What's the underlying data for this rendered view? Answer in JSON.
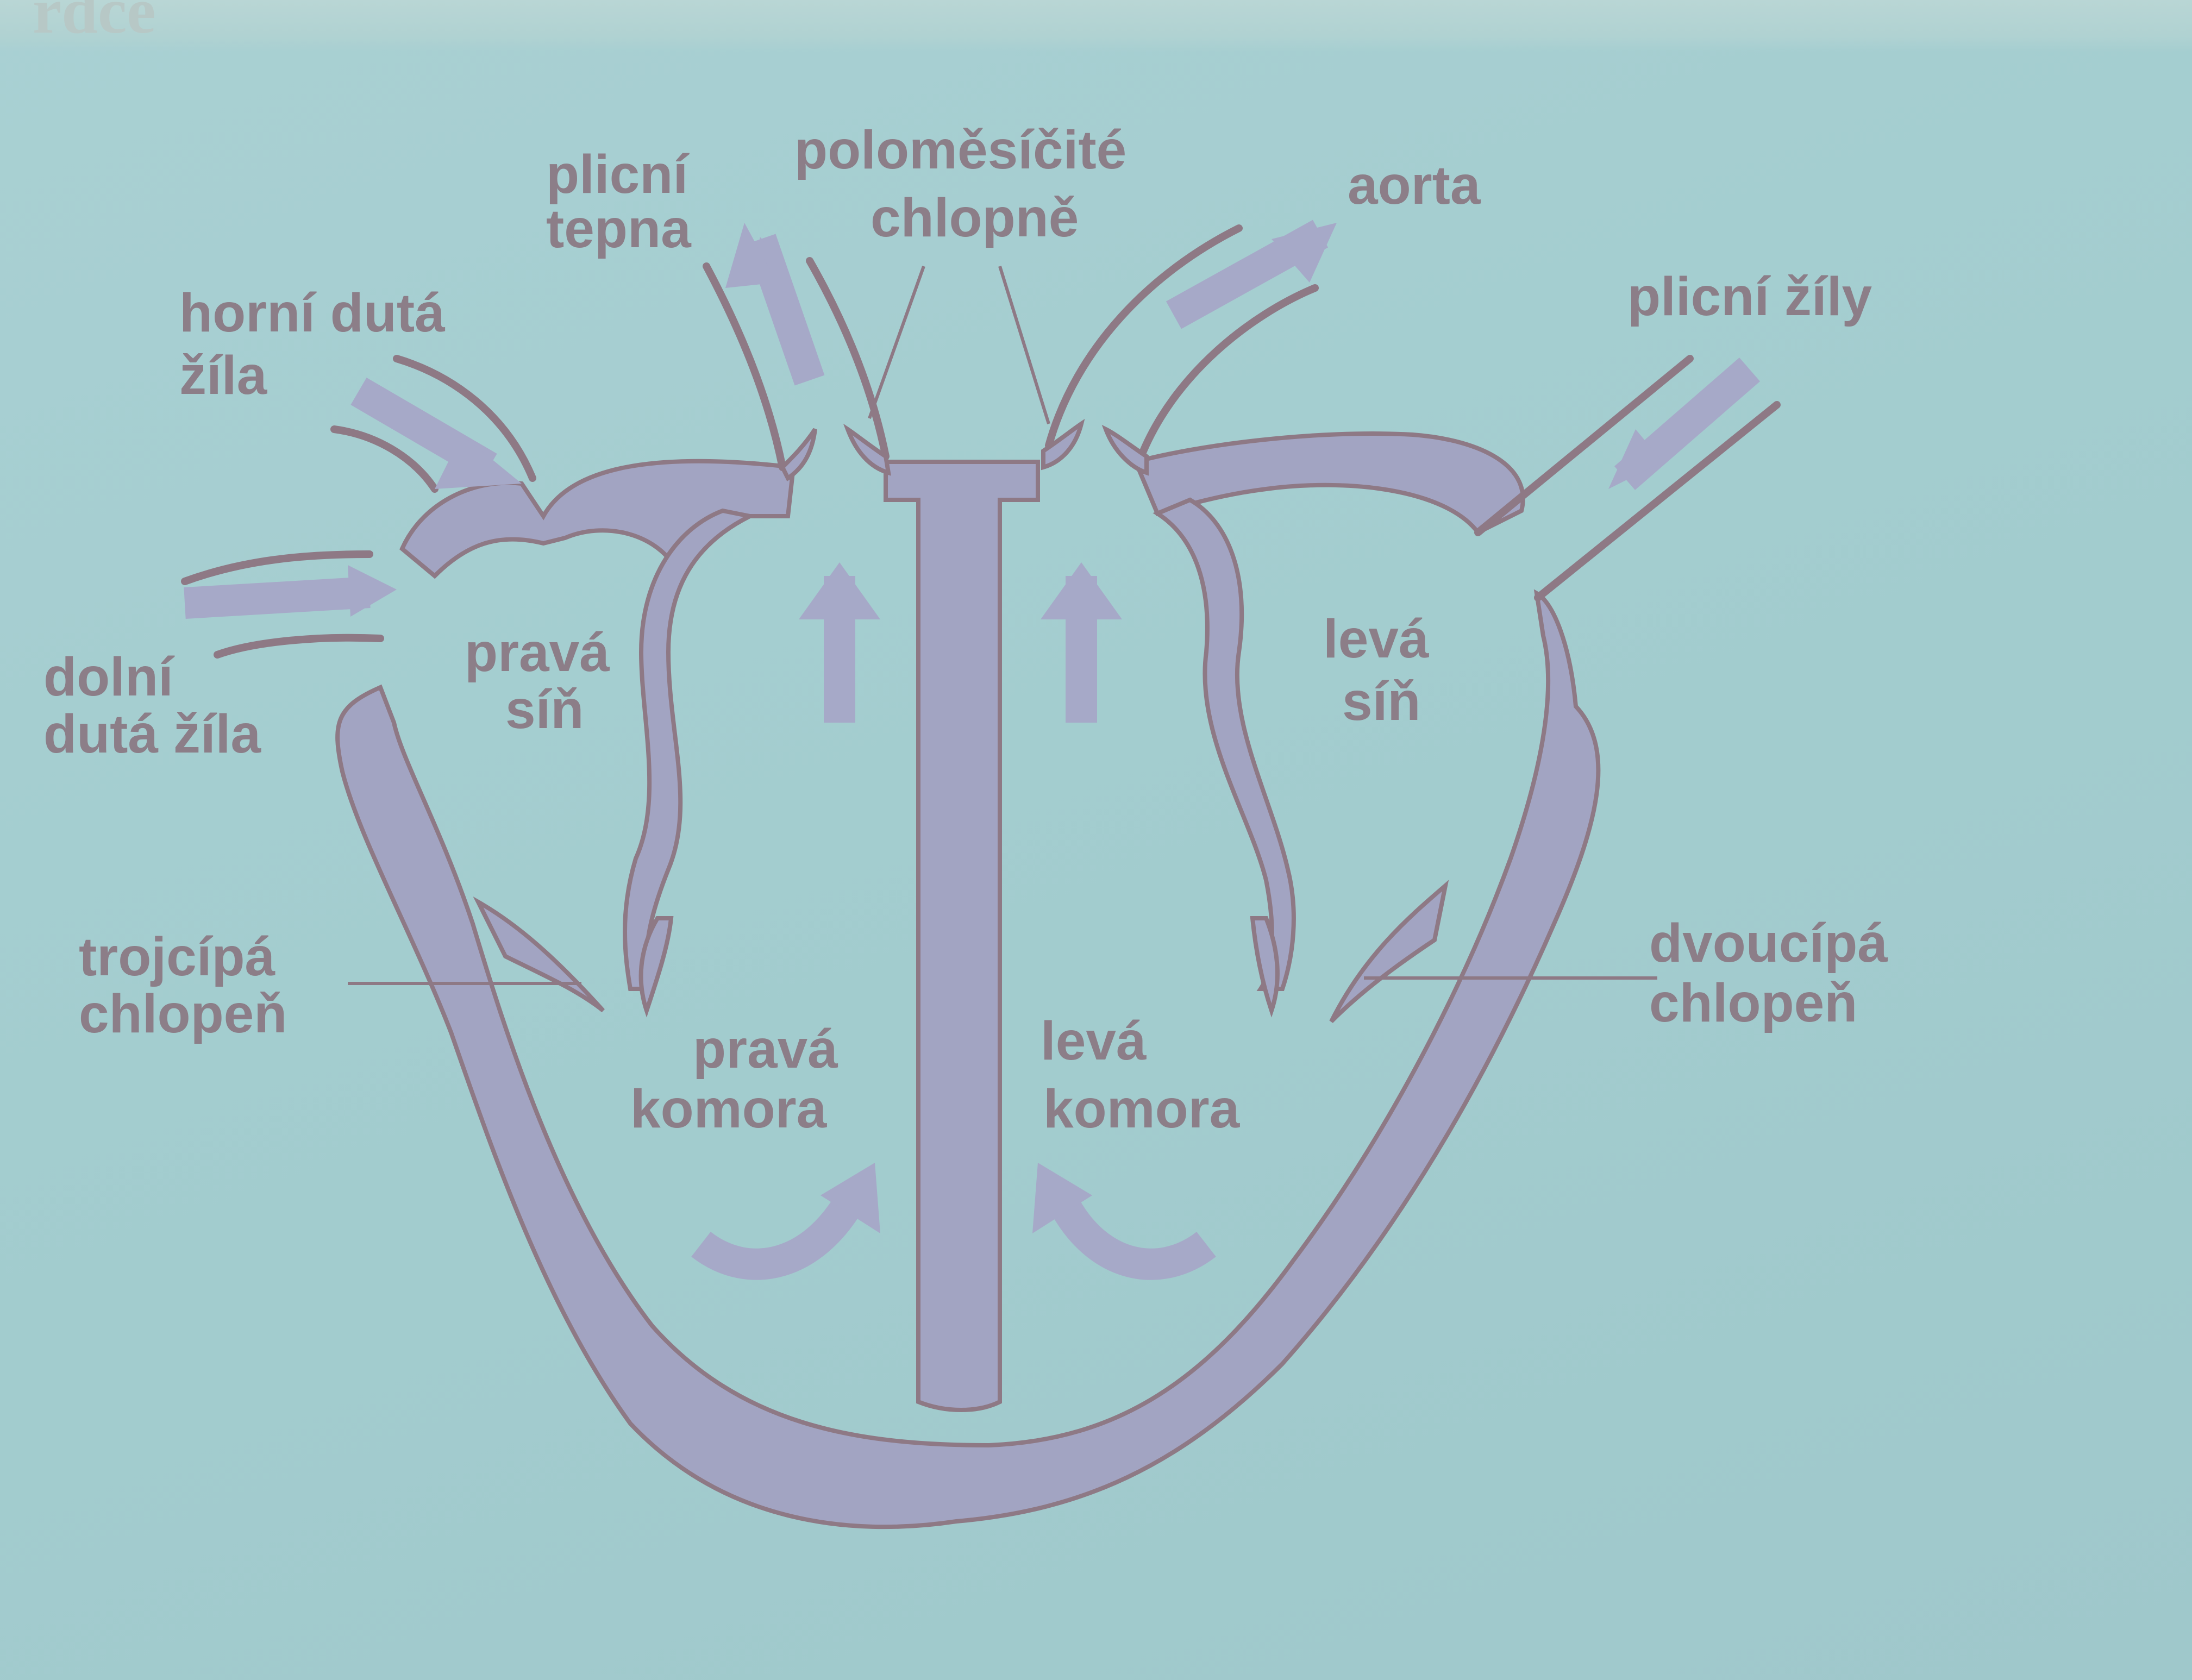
{
  "colors": {
    "background": "#a6cfd1",
    "heart_wall_fill": "#a2a4c2",
    "outline": "#8e7985",
    "arrow": "#a6a9c8",
    "label_text": "#8c7e88"
  },
  "header_fragment": "rdce",
  "labels": {
    "horni_duta_zila": [
      "horní dutá",
      "žíla"
    ],
    "dolni_duta_zila": [
      "dolní",
      "dutá žíla"
    ],
    "plicni_tepna": [
      "plicní",
      "tepna"
    ],
    "polomesicite_chlopne": [
      "poloměsíčité",
      "chlopně"
    ],
    "aorta": [
      "aorta"
    ],
    "plicni_zily": [
      "plicní žíly"
    ],
    "prava_sin": [
      "pravá",
      "síň"
    ],
    "leva_sin": [
      "levá",
      "síň"
    ],
    "trojcipa_chlopen": [
      "trojcípá",
      "chlopeň"
    ],
    "dvoucipa_chlopen": [
      "dvoucípá",
      "chlopeň"
    ],
    "prava_komora": [
      "pravá",
      "komora"
    ],
    "leva_komora": [
      "levá",
      "komora"
    ]
  }
}
